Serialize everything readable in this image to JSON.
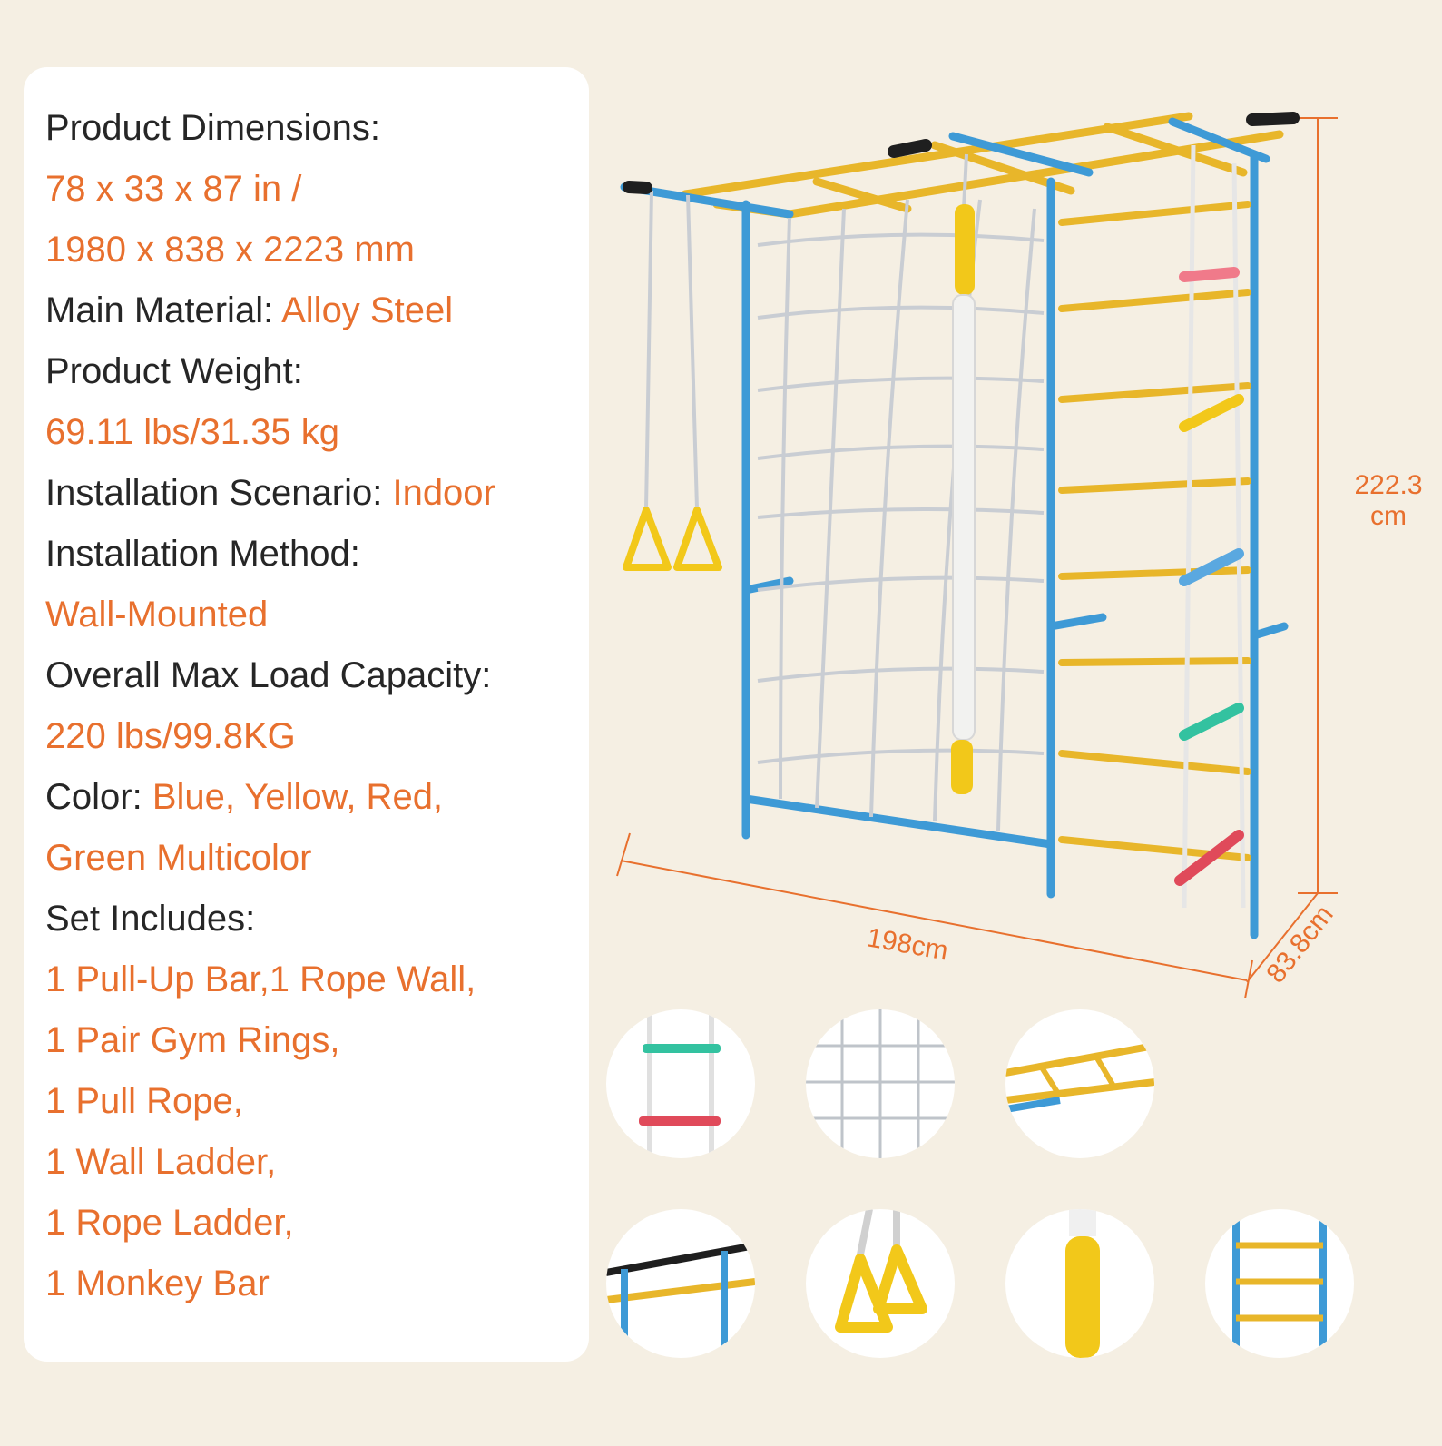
{
  "specs": {
    "dimensions_label": "Product Dimensions:",
    "dimensions_in": "78 x 33 x 87 in /",
    "dimensions_mm": "1980 x 838 x 2223 mm",
    "material_label": "Main Material: ",
    "material_value": "Alloy Steel",
    "weight_label": "Product Weight:",
    "weight_value": "69.11 lbs/31.35 kg",
    "scenario_label": "Installation Scenario: ",
    "scenario_value": "Indoor",
    "method_label": "Installation Method:",
    "method_value": "Wall-Mounted",
    "load_label": "Overall Max Load Capacity:",
    "load_value": "220 lbs/99.8KG",
    "color_label": "Color: ",
    "color_value_1": "Blue, Yellow, Red,",
    "color_value_2": "Green Multicolor",
    "includes_label": "Set Includes:",
    "includes_items": [
      "1 Pull-Up Bar,1 Rope Wall,",
      "1 Pair Gym Rings,",
      "1 Pull Rope,",
      "1 Wall Ladder,",
      "1 Rope Ladder,",
      "1 Monkey Bar"
    ]
  },
  "dimensions": {
    "height_line1": "222.3",
    "height_line2": "cm",
    "width": "198cm",
    "depth": "83.8cm"
  },
  "colors": {
    "accent": "#e8702e",
    "text": "#262626",
    "background": "#f5efe3",
    "frame_blue": "#3e9ad6",
    "bar_yellow": "#e8b62a",
    "ring_yellow": "#f2c81a",
    "rung_red": "#e04a5a",
    "rung_green": "#33c2a0",
    "rung_pink": "#f07a8a"
  },
  "detail_views": [
    {
      "icon": "rope-ladder-detail-icon"
    },
    {
      "icon": "cargo-net-detail-icon"
    },
    {
      "icon": "monkey-bar-detail-icon"
    },
    {
      "icon": "pull-up-bar-detail-icon"
    },
    {
      "icon": "gym-rings-detail-icon"
    },
    {
      "icon": "pull-rope-detail-icon"
    },
    {
      "icon": "wall-ladder-detail-icon"
    }
  ]
}
